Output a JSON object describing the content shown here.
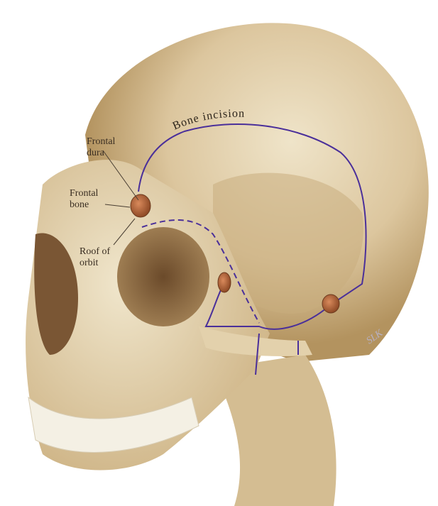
{
  "figure": {
    "subject": "skull, lateral-oblique view with craniotomy bone incision",
    "labels": {
      "frontal_dura": "Frontal\ndura",
      "frontal_bone": "Frontal\nbone",
      "roof_of_orbit": "Roof of\norbit",
      "bone_incision": "Bone incision"
    },
    "signature": "SLK",
    "colors": {
      "background": "#ffffff",
      "bone_light": "#eee3c8",
      "bone_mid": "#d9c49c",
      "bone_shadow": "#a8875a",
      "incision_line": "#4a2f9a",
      "burr_hole": "#b4643a",
      "label_text": "#3a2e22"
    }
  }
}
